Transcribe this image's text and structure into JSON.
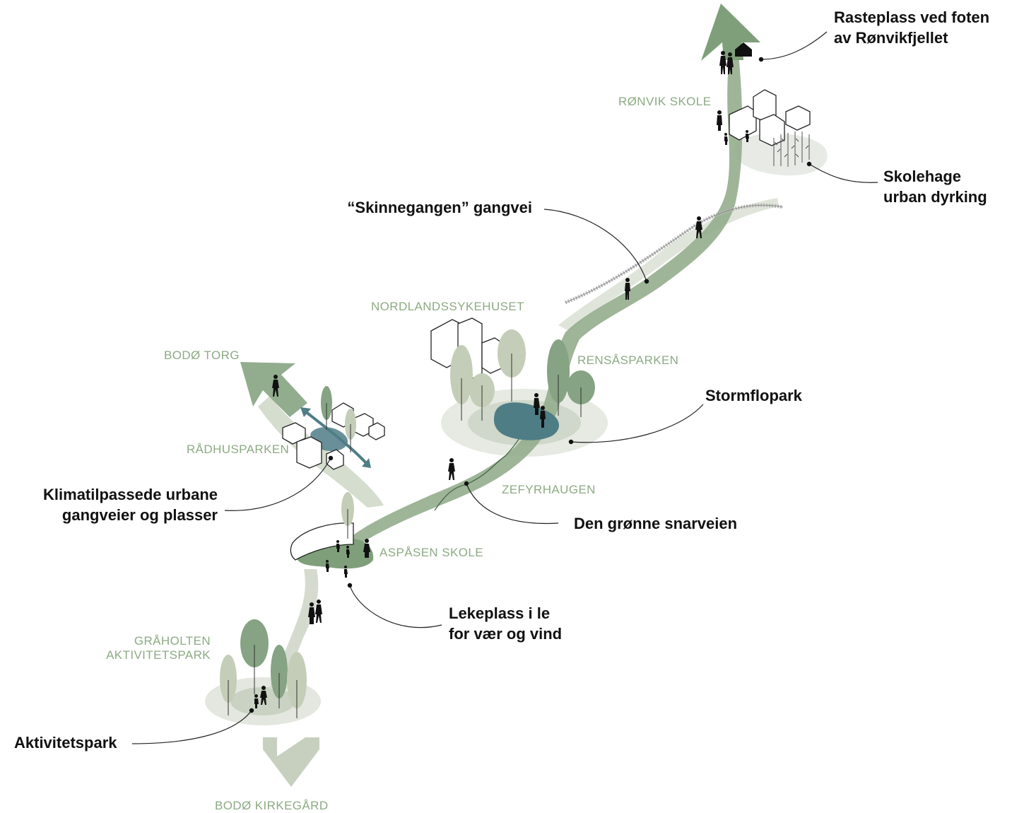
{
  "diagram": {
    "places": {
      "ronvik_skole": "RØNVIK SKOLE",
      "nordlandssykehuset": "NORDLANDSSYKEHUSET",
      "rensasparken": "RENSÅSPARKEN",
      "bodo_torg": "BODØ TORG",
      "radhusparken": "RÅDHUSPARKEN",
      "zefyrhaugen": "ZEFYRHAUGEN",
      "aspasen_skole": "ASPÅSEN SKOLE",
      "graholten_line1": "GRÅHOLTEN",
      "graholten_line2": "AKTIVITETSPARK",
      "bodo_kirkegard": "BODØ KIRKEGÅRD"
    },
    "callouts": {
      "rasteplass_line1": "Rasteplass ved foten",
      "rasteplass_line2": "av Rønvikfjellet",
      "skolehage_line1": "Skolehage",
      "skolehage_line2": "urban dyrking",
      "skinnegangen": "“Skinnegangen” gangvei",
      "stormflopark": "Stormflopark",
      "klimatil_line1": "Klimatilpassede urbane",
      "klimatil_line2": "gangveier og plasser",
      "gronne_snarveien": "Den grønne snarveien",
      "lekeplass_line1": "Lekeplass i le",
      "lekeplass_line2": "for vær og vind",
      "aktivitetspark": "Aktivitetspark"
    },
    "colors": {
      "path_dark": "#7f9f7a",
      "path_light": "#c9d4c2",
      "place_label": "#8daa84",
      "water": "#4f7d86",
      "tree_dark": "#86a383",
      "tree_light": "#c4cdb7"
    }
  }
}
